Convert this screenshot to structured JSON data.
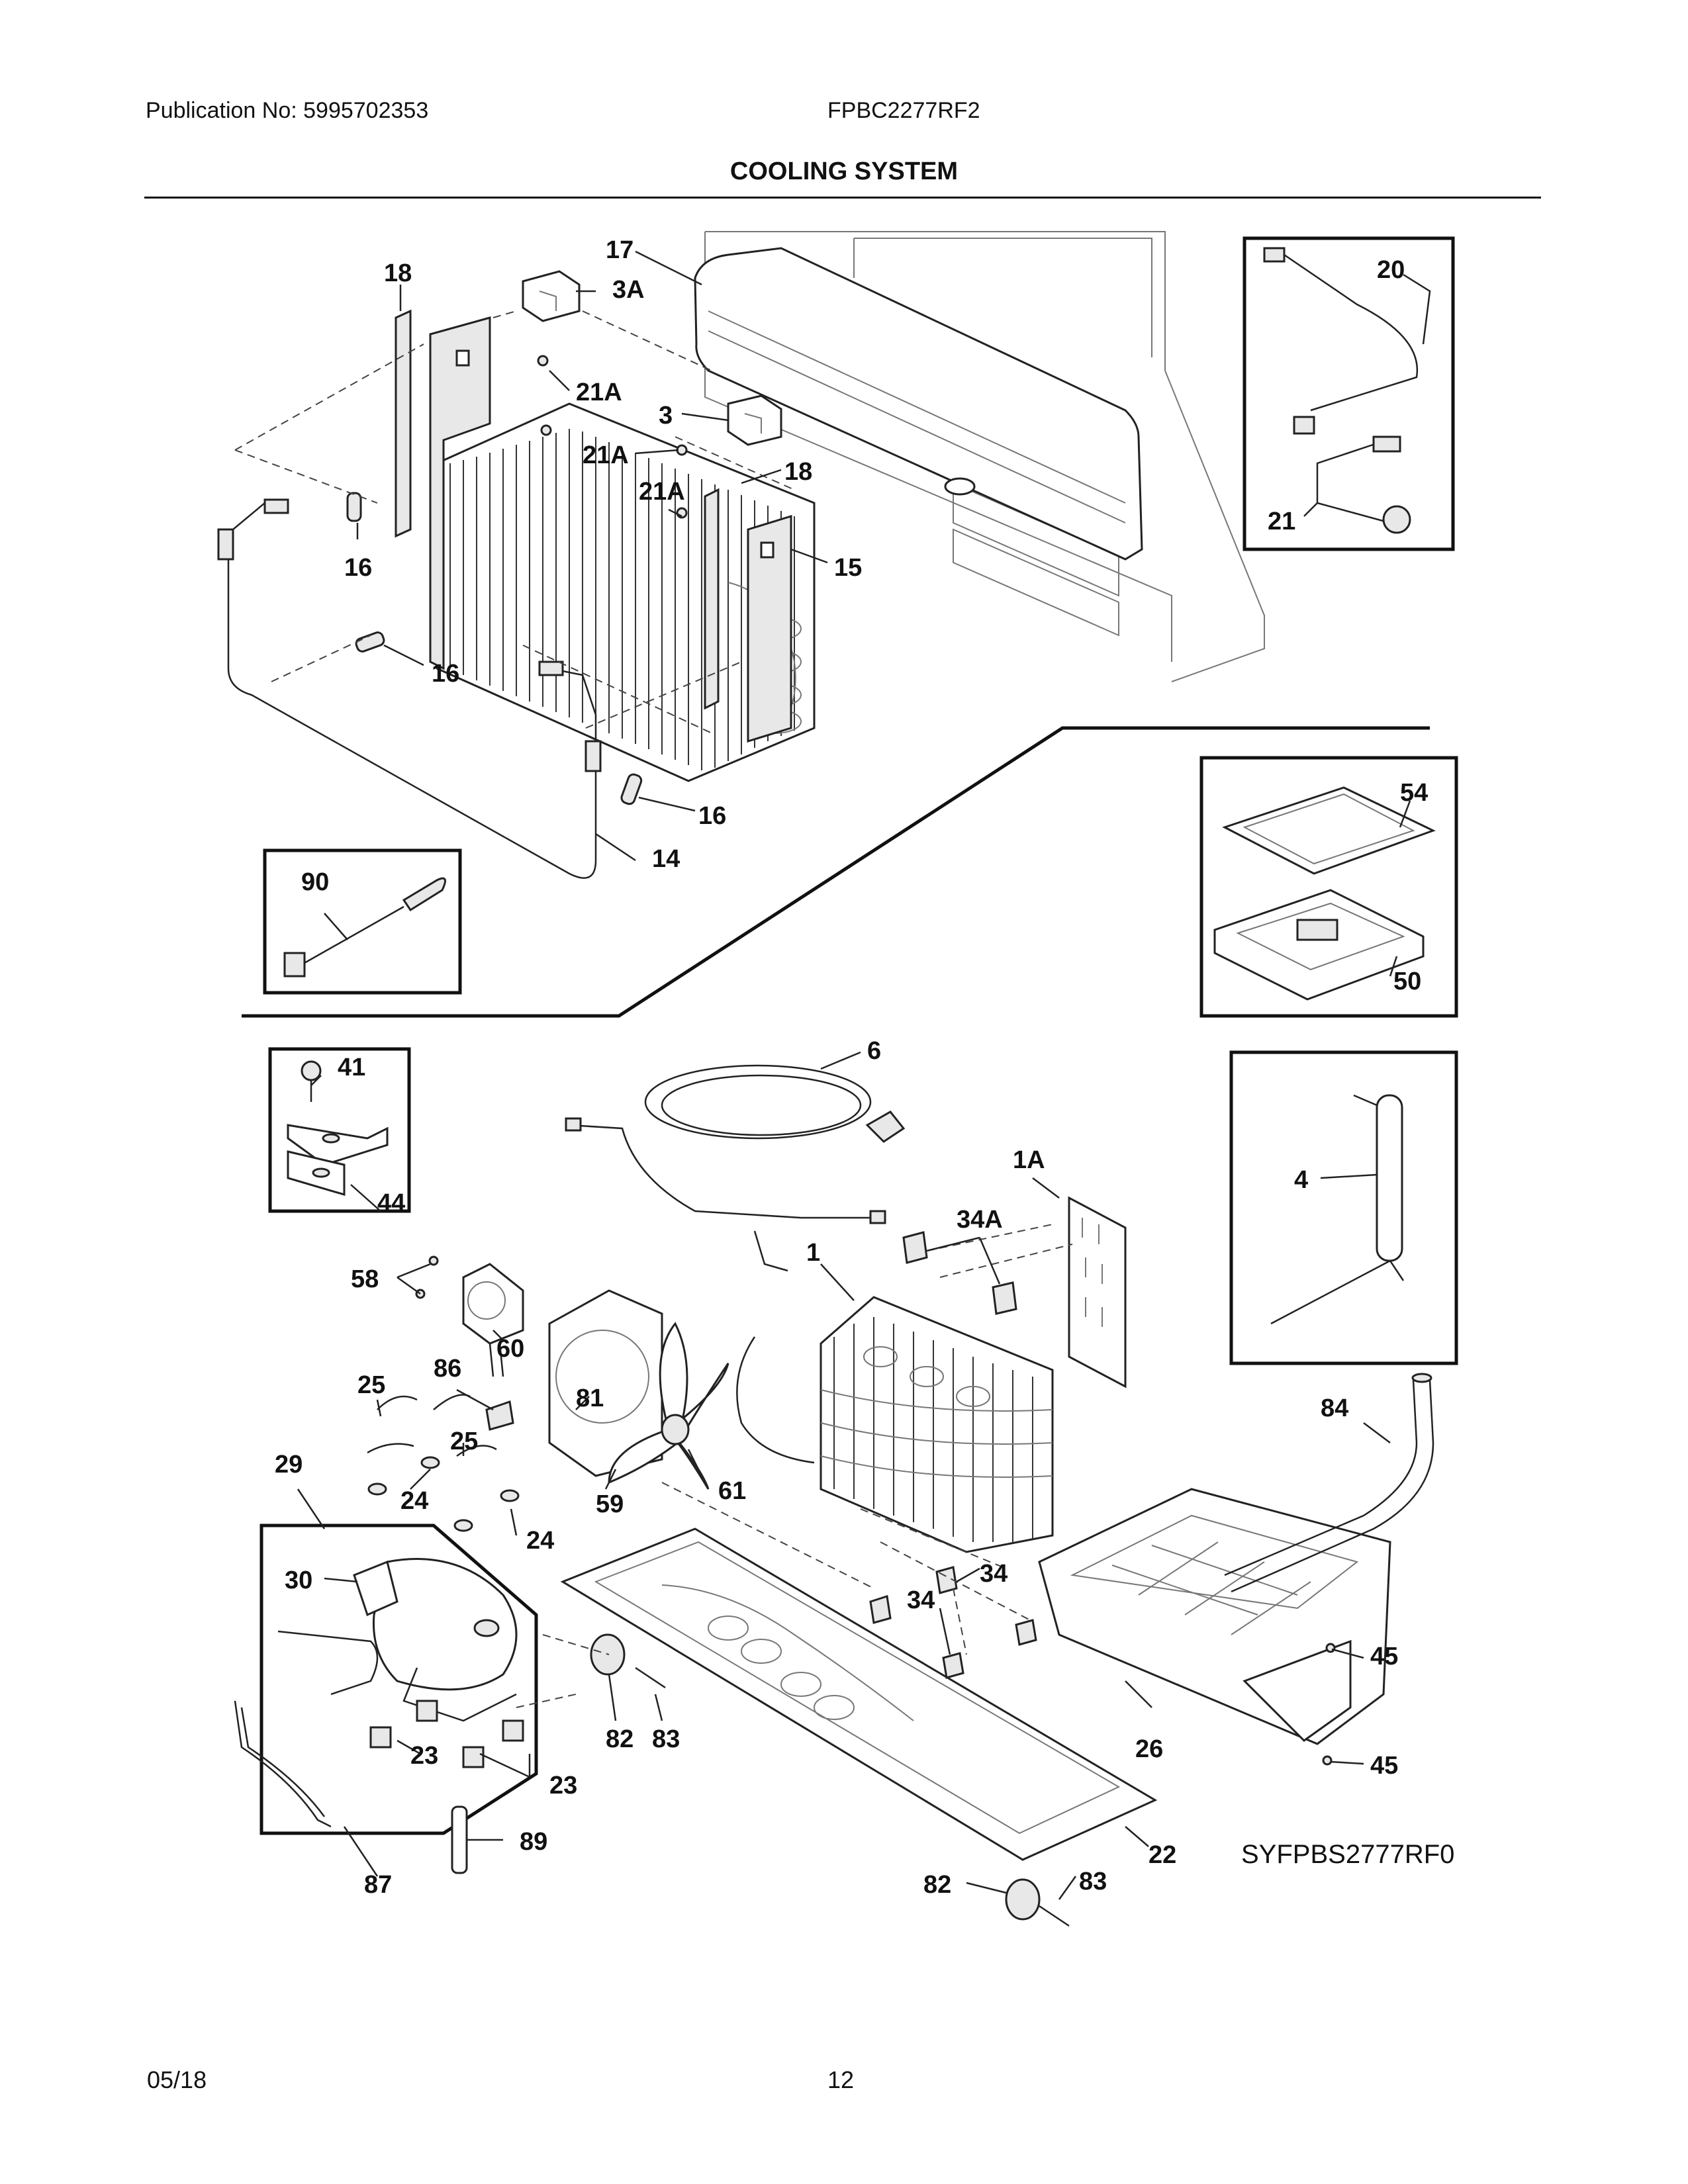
{
  "header": {
    "publication": "Publication No: 5995702353",
    "model": "FPBC2277RF2",
    "section_title": "COOLING SYSTEM"
  },
  "diagram": {
    "callouts": [
      {
        "id": "c18a",
        "text": "18"
      },
      {
        "id": "c17",
        "text": "17"
      },
      {
        "id": "c3A",
        "text": "3A"
      },
      {
        "id": "c20",
        "text": "20"
      },
      {
        "id": "c21A1",
        "text": "21A"
      },
      {
        "id": "c3",
        "text": "3"
      },
      {
        "id": "c21A2",
        "text": "21A"
      },
      {
        "id": "c18b",
        "text": "18"
      },
      {
        "id": "c21A3",
        "text": "21A"
      },
      {
        "id": "c21",
        "text": "21"
      },
      {
        "id": "c15",
        "text": "15"
      },
      {
        "id": "c16a",
        "text": "16"
      },
      {
        "id": "c16b",
        "text": "16"
      },
      {
        "id": "c16c",
        "text": "16"
      },
      {
        "id": "c14",
        "text": "14"
      },
      {
        "id": "c54",
        "text": "54"
      },
      {
        "id": "c90",
        "text": "90"
      },
      {
        "id": "c50",
        "text": "50"
      },
      {
        "id": "c6",
        "text": "6"
      },
      {
        "id": "c41",
        "text": "41"
      },
      {
        "id": "c1A",
        "text": "1A"
      },
      {
        "id": "c4",
        "text": "4"
      },
      {
        "id": "c44",
        "text": "44"
      },
      {
        "id": "c34A",
        "text": "34A"
      },
      {
        "id": "c1",
        "text": "1"
      },
      {
        "id": "c58",
        "text": "58"
      },
      {
        "id": "c60",
        "text": "60"
      },
      {
        "id": "c25a",
        "text": "25"
      },
      {
        "id": "c86",
        "text": "86"
      },
      {
        "id": "c81",
        "text": "81"
      },
      {
        "id": "c84",
        "text": "84"
      },
      {
        "id": "c25b",
        "text": "25"
      },
      {
        "id": "c29",
        "text": "29"
      },
      {
        "id": "c24a",
        "text": "24"
      },
      {
        "id": "c59",
        "text": "59"
      },
      {
        "id": "c61",
        "text": "61"
      },
      {
        "id": "c24b",
        "text": "24"
      },
      {
        "id": "c30",
        "text": "30"
      },
      {
        "id": "c34a",
        "text": "34"
      },
      {
        "id": "c34b",
        "text": "34"
      },
      {
        "id": "c45a",
        "text": "45"
      },
      {
        "id": "c82a",
        "text": "82"
      },
      {
        "id": "c83a",
        "text": "83"
      },
      {
        "id": "c23a",
        "text": "23"
      },
      {
        "id": "c26",
        "text": "26"
      },
      {
        "id": "c45b",
        "text": "45"
      },
      {
        "id": "c23b",
        "text": "23"
      },
      {
        "id": "c89",
        "text": "89"
      },
      {
        "id": "c22",
        "text": "22"
      },
      {
        "id": "c87",
        "text": "87"
      },
      {
        "id": "c82b",
        "text": "82"
      },
      {
        "id": "c83b",
        "text": "83"
      }
    ],
    "drawing_code": "SYFPBS2777RF0"
  },
  "footer": {
    "date": "05/18",
    "page_number": "12"
  }
}
